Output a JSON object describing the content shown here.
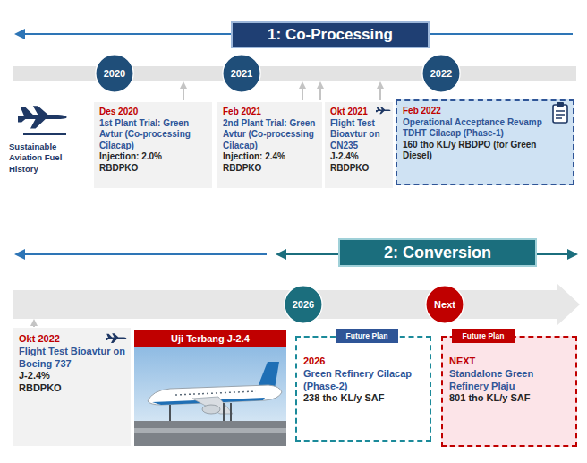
{
  "diagram": {
    "nodes": [
      {
        "text": [
          "1: Co-Processing"
        ]
      },
      {
        "text": [
          "2020"
        ]
      },
      {
        "text": [
          "2021"
        ]
      },
      {
        "text": [
          "2022"
        ]
      },
      {
        "text": [
          "Des 2020",
          "1st Plant Trial: Green Avtur (Co-processing Cilacap)",
          "Injection: 2.0%",
          "RBDPKO"
        ]
      },
      {
        "text": [
          "Feb 2021",
          "2nd Plant Trial: Green Avtur (Co-processing Cilacap)",
          "Injection: 2.4%",
          "RBDPKO"
        ]
      },
      {
        "text": [
          "Okt 2021",
          "Flight Test Bioavtur on CN235",
          "J-2.4%",
          "RBDPKO"
        ]
      },
      {
        "text": [
          "Feb 2022",
          "Operational Acceptance Revamp TDHT Cilacap (Phase-1)",
          "160 tho KL/y RBDPO (for Green Diesel)"
        ]
      },
      {
        "text": [
          "2: Conversion"
        ]
      },
      {
        "text": [
          "2026"
        ]
      },
      {
        "text": [
          "Next"
        ]
      },
      {
        "text": [
          "Okt 2022",
          "Flight Test Bioavtur on Boeing 737",
          "J-2.4%",
          "RBDPKO"
        ]
      },
      {
        "text": [
          "Uji Terbang J-2.4"
        ]
      },
      {
        "text": [
          "Future Plan"
        ]
      },
      {
        "text": [
          "2026",
          "Green Refinery Cilacap (Phase-2)",
          "238 tho KL/y SAF"
        ]
      },
      {
        "text": [
          "Future Plan"
        ]
      },
      {
        "text": [
          "NEXT",
          "Standalone Green Refinery Plaju",
          "801 tho KL/y SAF"
        ]
      }
    ],
    "labels": [
      "Sustainable Aviation Fuel History"
    ]
  }
}
